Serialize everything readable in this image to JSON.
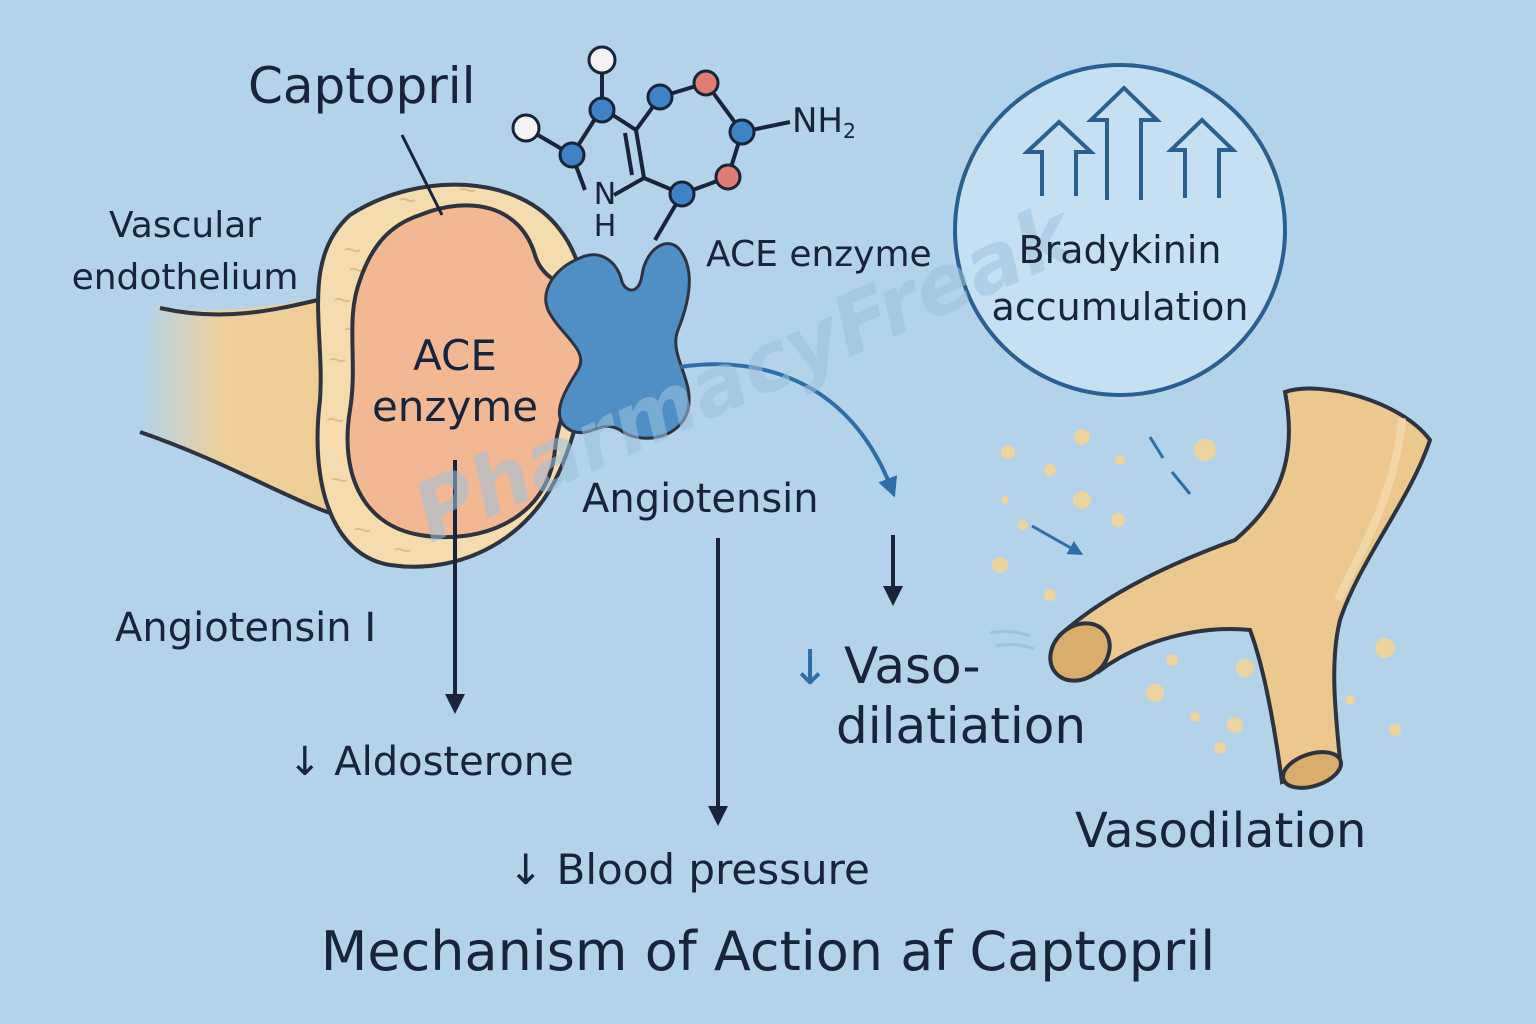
{
  "labels": {
    "captopril": "Captopril",
    "vascular_endothelium": [
      "Vascular",
      "endothelium"
    ],
    "ace_enzyme_inner": [
      "ACE",
      "enzyme"
    ],
    "ace_enzyme_side": "ACE enzyme",
    "nh2_base": "NH",
    "nh2_sub": "2",
    "ring_n": "N",
    "ring_h": "H",
    "bradykinin": [
      "Bradykinin",
      "accumulation"
    ],
    "angiotensin": "Angiotensin",
    "angiotensin_i": "Angiotensin I",
    "aldosterone": "↓ Aldosterone",
    "vasodilatation_arrow": "↓",
    "vasodilatation": [
      "Vaso-",
      "dilatiation"
    ],
    "vasodilation": "Vasodilation",
    "blood_pressure": "↓ Blood pressure",
    "title": "Mechanism of Action af Captopril",
    "watermark": "PharmacyFreak"
  },
  "colors": {
    "background": "#b2d3ea",
    "ace_protein": "#4f8fc6",
    "ace_cell": "#f2b894",
    "vessel": "#ecc88e",
    "atom_blue": "#3f82c6",
    "atom_red": "#e07c72",
    "text": "#17243a"
  }
}
